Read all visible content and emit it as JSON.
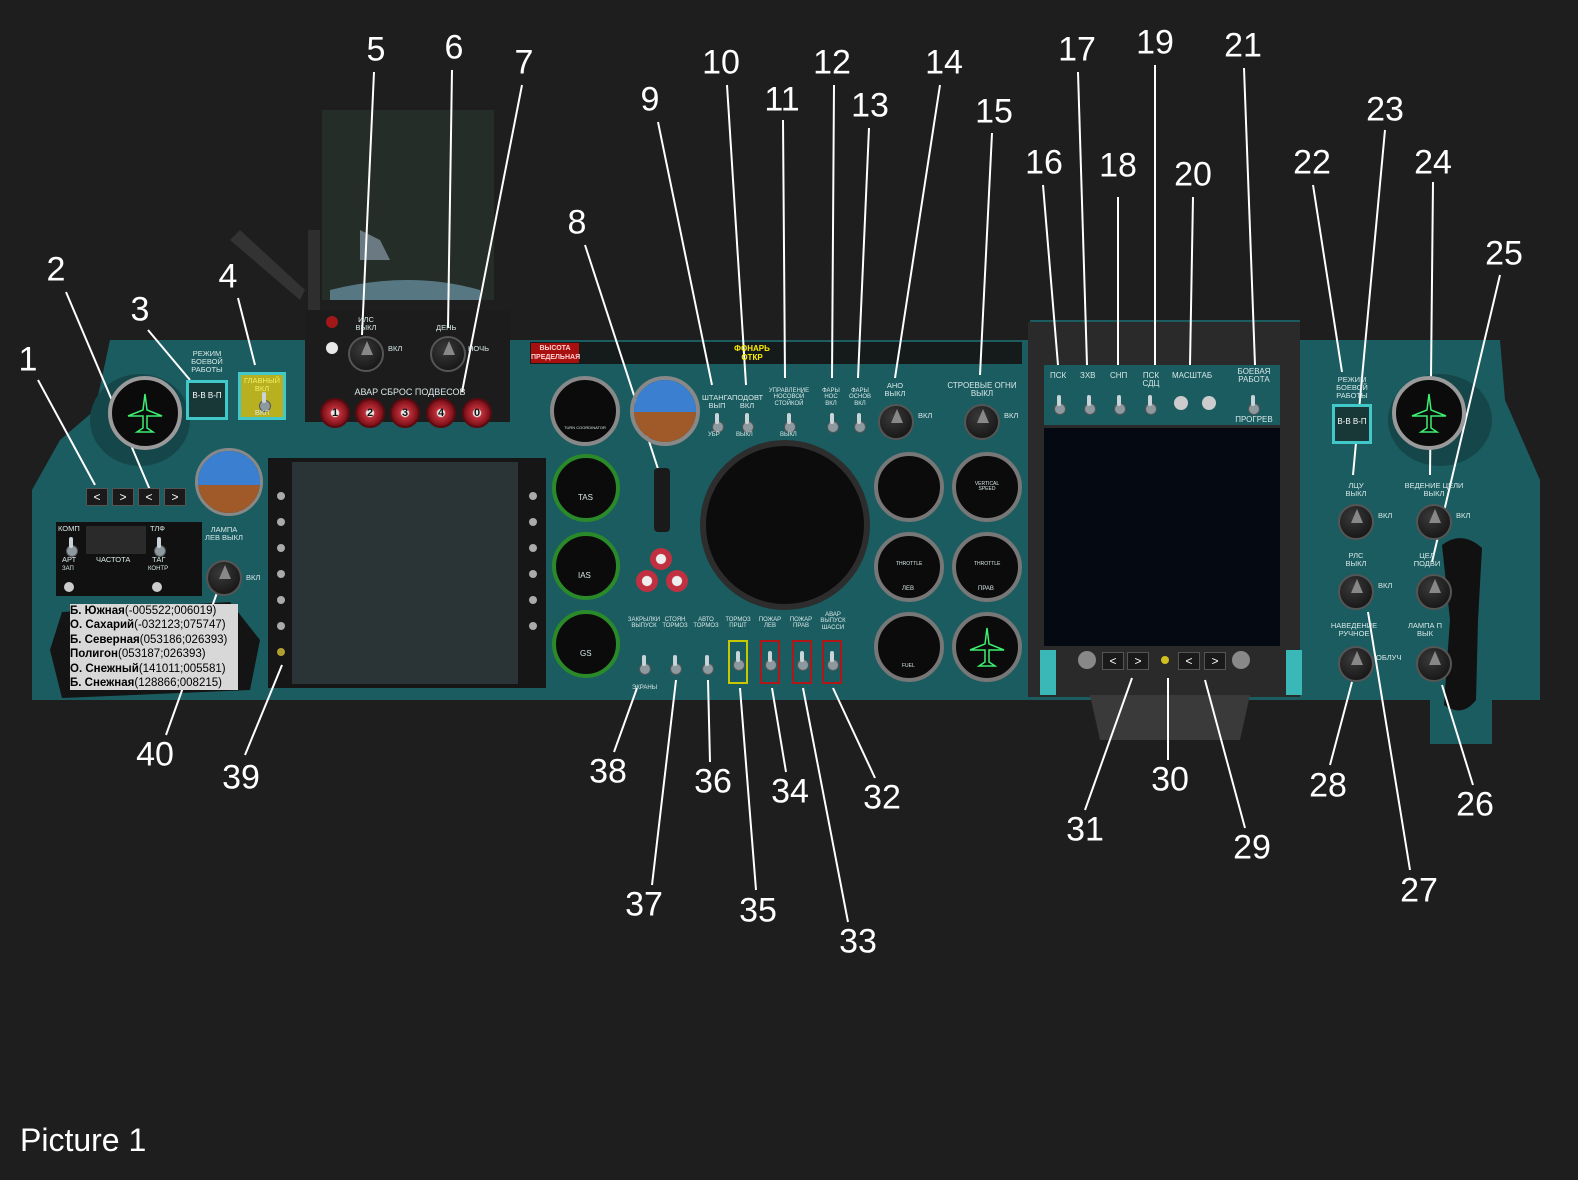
{
  "caption": "Picture 1",
  "callouts": [
    "1",
    "2",
    "3",
    "4",
    "5",
    "6",
    "7",
    "8",
    "9",
    "10",
    "11",
    "12",
    "13",
    "14",
    "15",
    "16",
    "17",
    "18",
    "19",
    "20",
    "21",
    "22",
    "23",
    "24",
    "25",
    "26",
    "27",
    "28",
    "29",
    "30",
    "31",
    "32",
    "33",
    "34",
    "35",
    "36",
    "37",
    "38",
    "39",
    "40"
  ],
  "colors": {
    "panel": "#1b5c60",
    "panel_dark": "#0e3a3d",
    "background": "#1e1e1e",
    "warning_red": "#b01818",
    "yellow": "#c8c800"
  },
  "left_cluster": {
    "mode_label": "РЕЖИМ БОЕВОЙ РАБОТЫ",
    "mode_button": "В-В В-П",
    "main_label": "ГЛАВНЫЙ ВКЛ",
    "main_sub": "ВКЛ",
    "nav_buttons": [
      "<",
      ">",
      "<",
      ">"
    ],
    "radio": {
      "komp": "КОМП",
      "tlf": "ТЛФ",
      "art": "АРТ",
      "zap": "ЗАП",
      "chastota": "ЧАСТОТА",
      "tag": "ТАГ",
      "kontr": "КОНТР"
    },
    "lamp_label": "ЛАМПА ЛЕВ ВЫКЛ",
    "lamp_on": "ВКЛ"
  },
  "waypoints": [
    {
      "name": "Б. Южная",
      "coords": "(-005522;006019)"
    },
    {
      "name": "О. Сахарий",
      "coords": "(-032123;075747)"
    },
    {
      "name": "Б. Северная",
      "coords": "(053186;026393)"
    },
    {
      "name": "Полигон",
      "coords": "(053187;026393)"
    },
    {
      "name": "О. Снежный",
      "coords": "(141011;005581)"
    },
    {
      "name": "Б. Снежная",
      "coords": "(128866;008215)"
    }
  ],
  "top_left_box": {
    "ils_label": "ИЛС ВЫКЛ",
    "ils_on": "ВКЛ",
    "day_label": "ДЕНЬ",
    "night_label": "НОЧЬ",
    "jettison_label": "АВАР СБРОС ПОДВЕСОВ",
    "jettison_buttons": [
      "1",
      "2",
      "3",
      "4",
      "0"
    ]
  },
  "warning_strip": {
    "altitude": "ВЫСОТА ПРЕДЕЛЬНАЯ",
    "canopy": "ФОНАРЬ ОТКР"
  },
  "center_switches": {
    "boom": "ШТАНГА ВЫП",
    "boom_sub": "УБР",
    "refuel": "ПОДОВТ ВКЛ",
    "refuel_sub": "ВЫКЛ",
    "nose": "УПРАВЛЕНИЕ НОСОВОЙ СТОЙКОЙ",
    "nose_sub": "ВЫКЛ",
    "lights_nose": "ФАРЫ НОС ВКЛ",
    "lights_main": "ФАРЫ ОСНОВ ВКЛ",
    "ano": "АНО ВЫКЛ",
    "ano_on": "ВКЛ",
    "formation": "СТРОЕВЫЕ ОГНИ ВЫКЛ",
    "formation_on": "ВКЛ",
    "turn_coord": "TURN COORDINATOR"
  },
  "bottom_switches": {
    "flaps": "ЗАКРЫЛКИ ВЫПУСК",
    "flaps_sub": "ЭКРАНЫ",
    "parking": "СТОЯН ТОРМОЗ",
    "autobrake": "АВТО ТОРМОЗ",
    "chute": "ТОРМОЗ ПРШТ",
    "fire_left": "ПОЖАР ЛЕВ",
    "fire_right": "ПОЖАР ПРАВ",
    "gear_emerg": "АВАР ВЫПУСК ШАССИ"
  },
  "gauges": {
    "airspeed_tas": "TAS",
    "airspeed_ias": "IAS",
    "airspeed_gs": "GS",
    "vertical_speed": "VERTICAL SPEED",
    "throttle": "THROTTLE",
    "throttle_left": "ЛЕВ",
    "throttle_right": "ПРАВ",
    "fuel": "FUEL"
  },
  "mfd": {
    "btn_psk": "ПСК",
    "btn_zhv": "ЗХВ",
    "btn_snp": "СНП",
    "btn_psk_sdc": "ПСК СДЦ",
    "btn_scale": "МАСШТАБ",
    "combat": "БОЕВАЯ РАБОТА",
    "warmup": "ПРОГРЕВ",
    "nav": [
      "<",
      ">",
      "<",
      ">"
    ]
  },
  "right_cluster": {
    "mode_label": "РЕЖИМ БОЕВОЙ РАБОТЫ",
    "mode_button": "В-В В-П",
    "lcu": "ЛЦУ ВЫКЛ",
    "lcu_on": "ВКЛ",
    "target": "ВЕДЕНИЕ ЦЕЛИ ВЫКЛ",
    "target_on": "ВКЛ",
    "rls": "РЛС ВЫКЛ",
    "rls_on": "ВКЛ",
    "target_move": "ЦЕЛ ПОДВИ",
    "guidance": "НАВЕДЕНИЕ РУЧНОЕ",
    "guidance_on": "ОБЛУЧ",
    "lamp": "ЛАМПА П ВЫК"
  }
}
